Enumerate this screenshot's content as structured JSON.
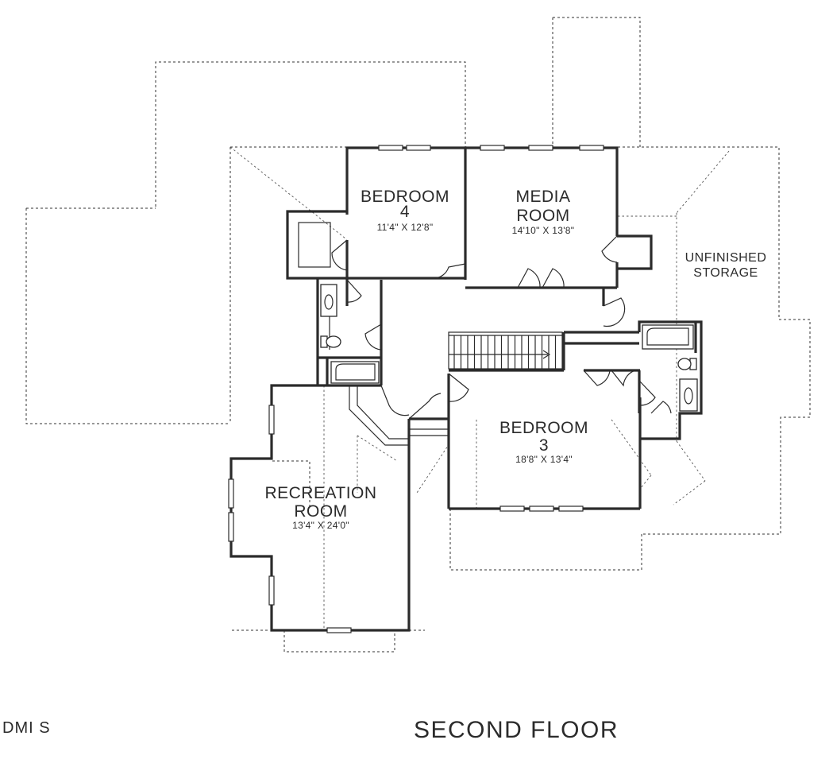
{
  "plan": {
    "title": "SECOND FLOOR",
    "logo_text": "DMI S",
    "rooms": [
      {
        "id": "bedroom-4",
        "name_lines": [
          "BEDROOM",
          "4"
        ],
        "dimensions": "11'4\" X 12'8\""
      },
      {
        "id": "media-room",
        "name_lines": [
          "MEDIA",
          "ROOM"
        ],
        "dimensions": "14'10\" X 13'8\""
      },
      {
        "id": "bedroom-3",
        "name_lines": [
          "BEDROOM",
          "3"
        ],
        "dimensions": "18'8\" X 13'4\""
      },
      {
        "id": "recreation-room",
        "name_lines": [
          "RECREATION",
          "ROOM"
        ],
        "dimensions": "13'4\" X 24'0\""
      }
    ],
    "unfinished_storage_lines": [
      "UNFINISHED",
      "STORAGE"
    ]
  }
}
